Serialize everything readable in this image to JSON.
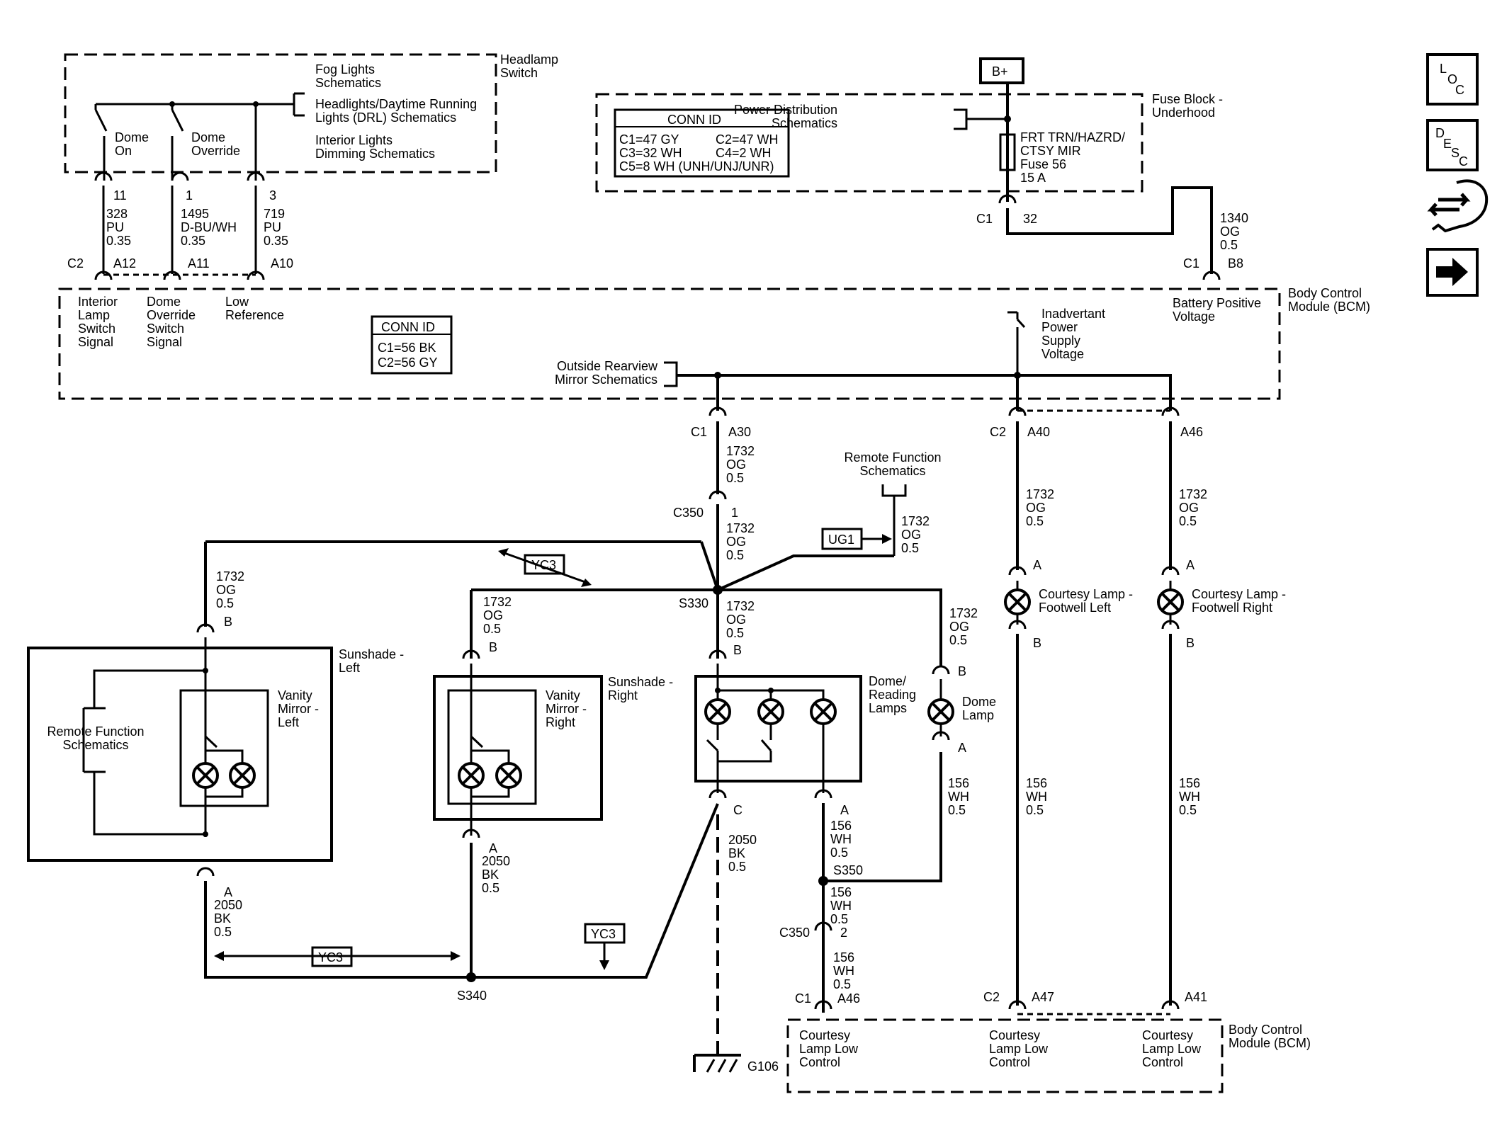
{
  "headlamp_switch": {
    "name": "Headlamp\nSwitch",
    "switch_dome_on": "Dome\nOn",
    "switch_dome_override": "Dome\nOverride",
    "ref_fog": "Fog Lights\nSchematics",
    "ref_headlights": "Headlights/Daytime Running\nLights (DRL) Schematics",
    "ref_dimming": "Interior Lights\nDimming Schematics",
    "pins": [
      {
        "pin": "11",
        "circuit": "328\nPU\n0.35",
        "bcm_pin": "A12"
      },
      {
        "pin": "1",
        "circuit": "1495\nD-BU/WH\n0.35",
        "bcm_pin": "A11"
      },
      {
        "pin": "3",
        "circuit": "719\nPU\n0.35",
        "bcm_pin": "A10"
      }
    ]
  },
  "fuse_block": {
    "bplus": "B+",
    "name": "Fuse Block -\nUnderhood",
    "conn_id_title": "CONN ID",
    "conn_id_rows": [
      "C1=47 GY",
      "C2=47 WH",
      "C3=32 WH",
      "C4=2 WH",
      "C5=8 WH (UNH/UNJ/UNR)"
    ],
    "ref_power": "Power Distribution\nSchematics",
    "fuse_label": "FRT TRN/HAZRD/\nCTSY MIR\nFuse 56\n15 A",
    "connector": "C1",
    "pin": "32",
    "circuit": "1340\nOG\n0.5"
  },
  "bcm_top": {
    "name": "Body Control\nModule (BCM)",
    "conn_c2": "C2",
    "conn_c1": "C1",
    "pin_b8": "B8",
    "sig_interior": "Interior\nLamp\nSwitch\nSignal",
    "sig_dome_override": "Dome\nOverride\nSwitch\nSignal",
    "sig_low_ref": "Low\nReference",
    "conn_id_title": "CONN ID",
    "conn_id_rows": [
      "C1=56 BK",
      "C2=56 GY"
    ],
    "battery_positive": "Battery Positive\nVoltage",
    "inadvertent": "Inadvertant\nPower\nSupply\nVoltage",
    "ref_mirror": "Outside Rearview\nMirror Schematics",
    "out_a30": {
      "conn": "C1",
      "pin": "A30"
    },
    "out_a40": {
      "conn": "C2",
      "pin": "A40"
    },
    "out_a46": {
      "pin": "A46"
    }
  },
  "harness": {
    "c350": "C350",
    "c350_pin1": "1",
    "c350_pin2": "2",
    "ref_remote": "Remote Function\nSchematics",
    "ug1": "UG1",
    "yc3": "YC3",
    "splice_s330": "S330",
    "splice_s340": "S340",
    "splice_s350": "S350",
    "ground": "G106",
    "circuit_og": "1732\nOG\n0.5",
    "circuit_bk": "2050\nBK\n0.5",
    "circuit_wh": "156\nWH\n0.5"
  },
  "components": {
    "sunshade_left": "Sunshade -\nLeft",
    "sunshade_right": "Sunshade -\nRight",
    "vanity_left": "Vanity\nMirror -\nLeft",
    "vanity_right": "Vanity\nMirror -\nRight",
    "remote_ref": "Remote Function\nSchematics",
    "dome_reading": "Dome/\nReading\nLamps",
    "dome_lamp": "Dome\nLamp",
    "courtesy_left": "Courtesy Lamp -\nFootwell Left",
    "courtesy_right": "Courtesy Lamp -\nFootwell Right",
    "pin_a": "A",
    "pin_b": "B",
    "pin_c": "C"
  },
  "bcm_bottom": {
    "name": "Body Control\nModule (BCM)",
    "c1": "C1",
    "c2": "C2",
    "pin_a46": "A46",
    "pin_a47": "A47",
    "pin_a41": "A41",
    "ctrl": "Courtesy\nLamp Low\nControl"
  },
  "nav": {
    "loc": [
      "L",
      "O",
      "C"
    ],
    "desc": [
      "D",
      "E",
      "S",
      "C"
    ],
    "connector_icon": "connector-icon",
    "next_icon": "arrow-right-icon"
  }
}
